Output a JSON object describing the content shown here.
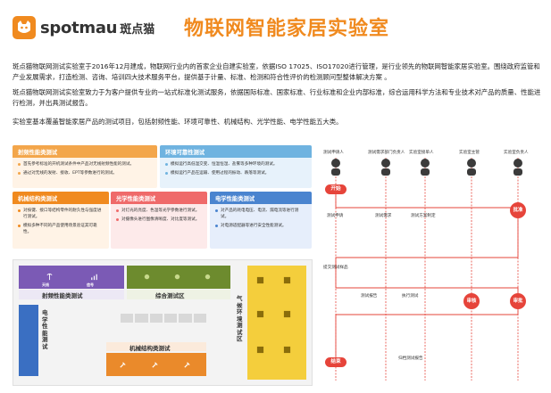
{
  "header": {
    "brand_word": "spotmau",
    "brand_cn": "斑点猫",
    "title": "物联网智能家居实验室"
  },
  "intro": {
    "p1": "斑点猫物联网测试实验室于2016年12月建成，物联网行业内的首家企业自建实验室，依据ISO 17025、ISO17020进行管理，是行业领先的物联网智能家居实验室。围绕政府监管和产业发展需求，打造检测、咨询、培训四大技术服务平台，提供基于计量、标准、检测和符合性评价的检测顾问型整体解决方案 。",
    "p2": "斑点猫物联网测试实验室致力于为客户提供专业的一站式标准化测试服务，依据国际标准、国家标准、行业标准和企业内部标准，综合运用科学方法和专业技术对产品的质量、性能进行检测，并出具测试报告。",
    "p3": "实验室基本覆盖智能家居产品的测试项目，包括射频性能、环境可靠性、机械结构、光学性能、电学性能五大类。"
  },
  "cards": {
    "rf": {
      "title": "射频性能类测试",
      "items": [
        "首先参考标准的开机测试条件中产品对无线射频性能的测试。",
        "通过对无线的发射、接收、EPT等参数进行的测试。"
      ]
    },
    "env": {
      "title": "环境可靠性测试",
      "items": [
        "模拟运行高低温交变、恒温恒湿、盐雾等多种环境的测试。",
        "模拟运行产品在运输、使用过程的振动、跌落等测试。"
      ]
    },
    "mech": {
      "title": "机械结构类测试",
      "items": [
        "对按键、接口等结构零件的耐久性与强度进行测试。",
        "模拟多种不同的产品使用场景验证其可靠性。"
      ]
    },
    "opt": {
      "title": "光学性能类测试",
      "items": [
        "对灯光的亮度、色温等光学参数进行测试。",
        "对摄像头进行图像清晰度、对比度等测试。"
      ]
    },
    "elec": {
      "title": "电学性能类测试",
      "items": [
        "对产品的耗电电压、电流、漏电流等进行测试。",
        "对电源适配器等进行安全性能测试。"
      ]
    }
  },
  "floor": {
    "rf_room": "射频性能类测试",
    "rf_icons": [
      "天线",
      "信号"
    ],
    "green_room": "综合测试区",
    "gas_room": "气候环境测试区",
    "elec_room": "电学性能测试",
    "mech_room": "机械结构类测试"
  },
  "flow": {
    "actors": [
      "测试申请人",
      "测试需求部门负责人",
      "实验室接单人",
      "实验室主管",
      "实验室负责人"
    ],
    "start": "开始",
    "end": "结束",
    "steps": {
      "apply": "测试申请",
      "review": "测试需求",
      "accept_plan": "测试方案制定",
      "approve": "批准",
      "submit_sample": "提交测试样品",
      "test_report": "测试报告",
      "execute": "执行测试",
      "issue": "审核",
      "sign": "审批",
      "archive": "归档测试报告"
    }
  },
  "colors": {
    "brand": "#f08a1f",
    "flow_red": "#e6443a"
  }
}
